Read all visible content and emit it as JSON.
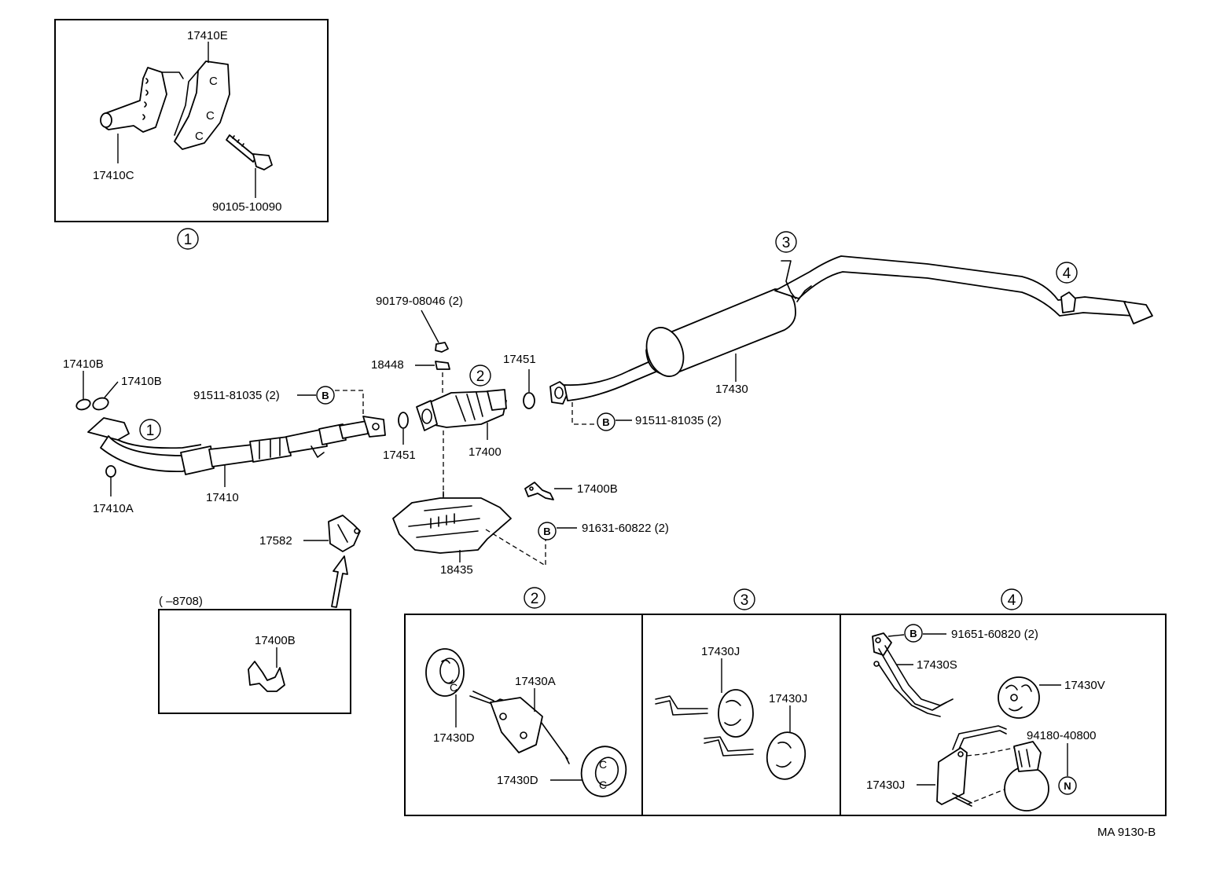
{
  "labels": {
    "p17410E": "17410E",
    "p17410C": "17410C",
    "p90105": "90105-10090",
    "p90179": "90179-08046 (2)",
    "p18448": "18448",
    "p17451a": "17451",
    "p17451b": "17451",
    "p17410B1": "17410B",
    "p17410B2": "17410B",
    "p91511a": "91511-81035 (2)",
    "p91511b": "91511-81035 (2)",
    "p17400": "17400",
    "p17410": "17410",
    "p17410A": "17410A",
    "p17430": "17430",
    "p17400B": "17400B",
    "p91631": "91631-60822 (2)",
    "p17582": "17582",
    "p18435": "18435",
    "p8708": "(      –8708)",
    "p17400Bbox": "17400B",
    "p17430A": "17430A",
    "p17430D1": "17430D",
    "p17430D2": "17430D",
    "p17430J1": "17430J",
    "p17430J2": "17430J",
    "p91651": "91651-60820 (2)",
    "p17430S": "17430S",
    "p17430V": "17430V",
    "p94180": "94180-40800",
    "p17430J3": "17430J",
    "code": "MA 9130-B"
  },
  "markers": {
    "n1": "1",
    "n2": "2",
    "n3": "3",
    "n4": "4",
    "letterB": "B",
    "letterN": "N"
  }
}
